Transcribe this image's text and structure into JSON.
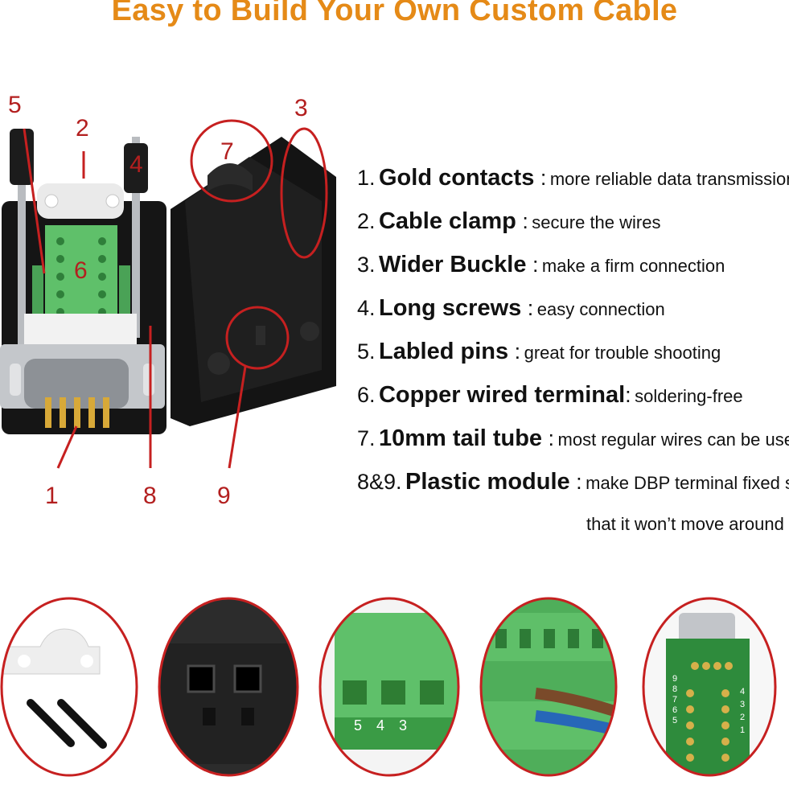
{
  "title": "Easy to Build Your Own Custom Cable",
  "callouts": [
    "1",
    "2",
    "3",
    "4",
    "5",
    "6",
    "7",
    "8",
    "9"
  ],
  "features": [
    {
      "num": "1.",
      "name": "Gold contacts",
      "sep": " :",
      "desc": "more reliable data transmission"
    },
    {
      "num": "2.",
      "name": "Cable clamp",
      "sep": " :",
      "desc": "secure the wires"
    },
    {
      "num": "3.",
      "name": "Wider Buckle",
      "sep": " :",
      "desc": "make a firm connection"
    },
    {
      "num": "4.",
      "name": "Long screws",
      "sep": " :",
      "desc": "easy connection"
    },
    {
      "num": "5.",
      "name": "Labled pins",
      "sep": " :",
      "desc": "great for trouble shooting"
    },
    {
      "num": "6.",
      "name": "Copper wired terminal",
      "sep": ":",
      "desc": "soldering-free"
    },
    {
      "num": "7.",
      "name": "10mm tail tube",
      "sep": " :",
      "desc": "most regular wires can be used"
    },
    {
      "num": "8&9.",
      "name": "Plastic module",
      "sep": " :",
      "desc": "make DBP terminal fixed so"
    }
  ],
  "feature_continuation": "that it won’t move around",
  "thumb_labels": {
    "terminal_digits": [
      "5",
      "4",
      "3"
    ],
    "pcb_digits": [
      "9",
      "8",
      "7",
      "6",
      "5",
      "4",
      "3",
      "2",
      "1"
    ]
  },
  "colors": {
    "title": "#e58a17",
    "callout": "#b31f1f",
    "pcb_green": "#2e8b3c",
    "terminal_green": "#5fc06a",
    "housing_black": "#121212"
  }
}
